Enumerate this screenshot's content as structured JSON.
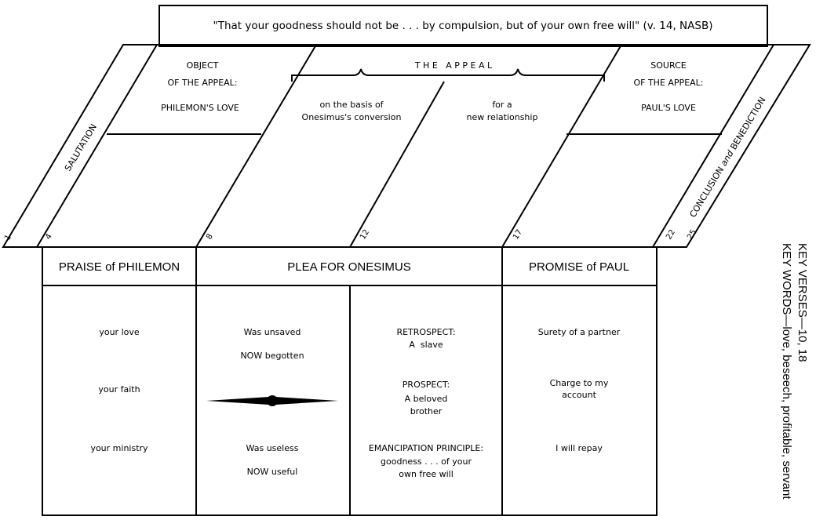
{
  "quote": "\"That your goodness should not be . . . by compulsion, but of your own free will\" (v. 14, NASB)",
  "upper": {
    "salutation": "SALUTATION",
    "object_title_1": "OBJECT",
    "object_title_2": "OF THE APPEAL:",
    "object_value": "PHILEMON'S LOVE",
    "appeal_title": "T H E   A P P E A L",
    "basis_1": "on the basis of",
    "basis_2": "Onesimus's conversion",
    "relationship_1": "for a",
    "relationship_2": "new relationship",
    "source_title_1": "SOURCE",
    "source_title_2": "OF THE APPEAL:",
    "source_value": "PAUL'S LOVE",
    "conclusion_a": "CONCLUSION",
    "conclusion_b": "and",
    "conclusion_c": "BENEDICTION"
  },
  "verses": [
    "1",
    "4",
    "8",
    "12",
    "17",
    "22",
    "25"
  ],
  "lower": {
    "headers": {
      "praise": "PRAISE of PHILEMON",
      "plea": "PLEA FOR ONESIMUS",
      "promise": "PROMISE of PAUL"
    },
    "praise_items": [
      "your love",
      "your faith",
      "your ministry"
    ],
    "plea_left": {
      "was_unsaved": "Was unsaved",
      "now_begotten": "NOW begotten",
      "was_useless": "Was useless",
      "now_useful": "NOW useful"
    },
    "plea_right": {
      "retrospect_label": "RETROSPECT:",
      "retrospect_value": "A  slave",
      "prospect_label": "PROSPECT:",
      "prospect_value_1": "A beloved",
      "prospect_value_2": "brother",
      "emancipation_label": "EMANCIPATION PRINCIPLE:",
      "emancipation_value_1": "goodness . . . of your",
      "emancipation_value_2": "own free will"
    },
    "promise_items": [
      "Surety of a partner",
      "Charge to my",
      "account",
      "I will repay"
    ]
  },
  "side": {
    "key_verses": "KEY VERSES—10, 18",
    "key_words": "KEY WORDS—love, beseech, profitable, servant"
  }
}
